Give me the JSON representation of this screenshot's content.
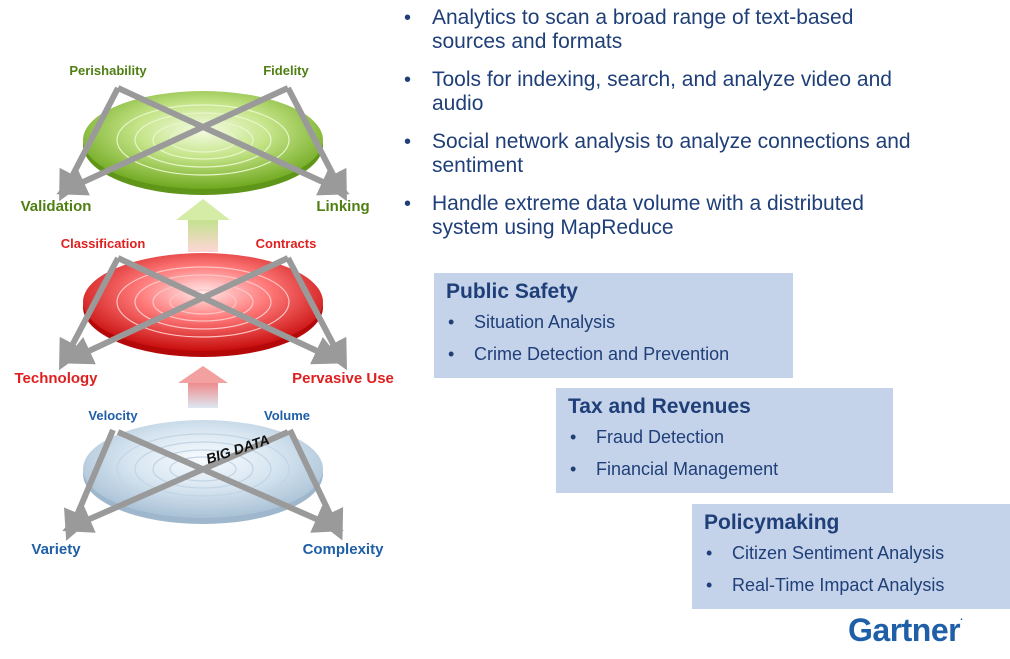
{
  "diagram": {
    "top_level": {
      "labels": {
        "top_left": "Perishability",
        "top_right": "Fidelity",
        "bottom_left": "Validation",
        "bottom_right": "Linking"
      },
      "color": "#7ab524"
    },
    "middle_level": {
      "labels": {
        "top_left": "Classification",
        "top_right": "Contracts",
        "bottom_left": "Technology",
        "bottom_right": "Pervasive Use"
      },
      "color": "#e02020"
    },
    "bottom_level": {
      "labels": {
        "top_left": "Velocity",
        "top_right": "Volume",
        "bottom_left": "Variety",
        "bottom_right": "Complexity"
      },
      "center_text": "BIG DATA",
      "color": "#1f5fa8"
    }
  },
  "bullets": [
    {
      "line1": "Analytics to scan a broad range of text-based",
      "line2": "sources and formats"
    },
    {
      "line1": "Tools for indexing, search, and analyze video and",
      "line2": "audio"
    },
    {
      "line1": "Social network analysis to analyze connections and",
      "line2": "sentiment"
    },
    {
      "line1": "Handle extreme data volume with a distributed",
      "line2": "system using MapReduce"
    }
  ],
  "boxes": {
    "public_safety": {
      "title": "Public Safety",
      "items": [
        "Situation Analysis",
        "Crime Detection and Prevention"
      ]
    },
    "tax_revenues": {
      "title": "Tax and Revenues",
      "items": [
        "Fraud Detection",
        "Financial Management"
      ]
    },
    "policymaking": {
      "title": "Policymaking",
      "items": [
        "Citizen Sentiment Analysis",
        "Real-Time Impact Analysis"
      ]
    }
  },
  "brand": {
    "name": "Gartner",
    "mark": "."
  }
}
